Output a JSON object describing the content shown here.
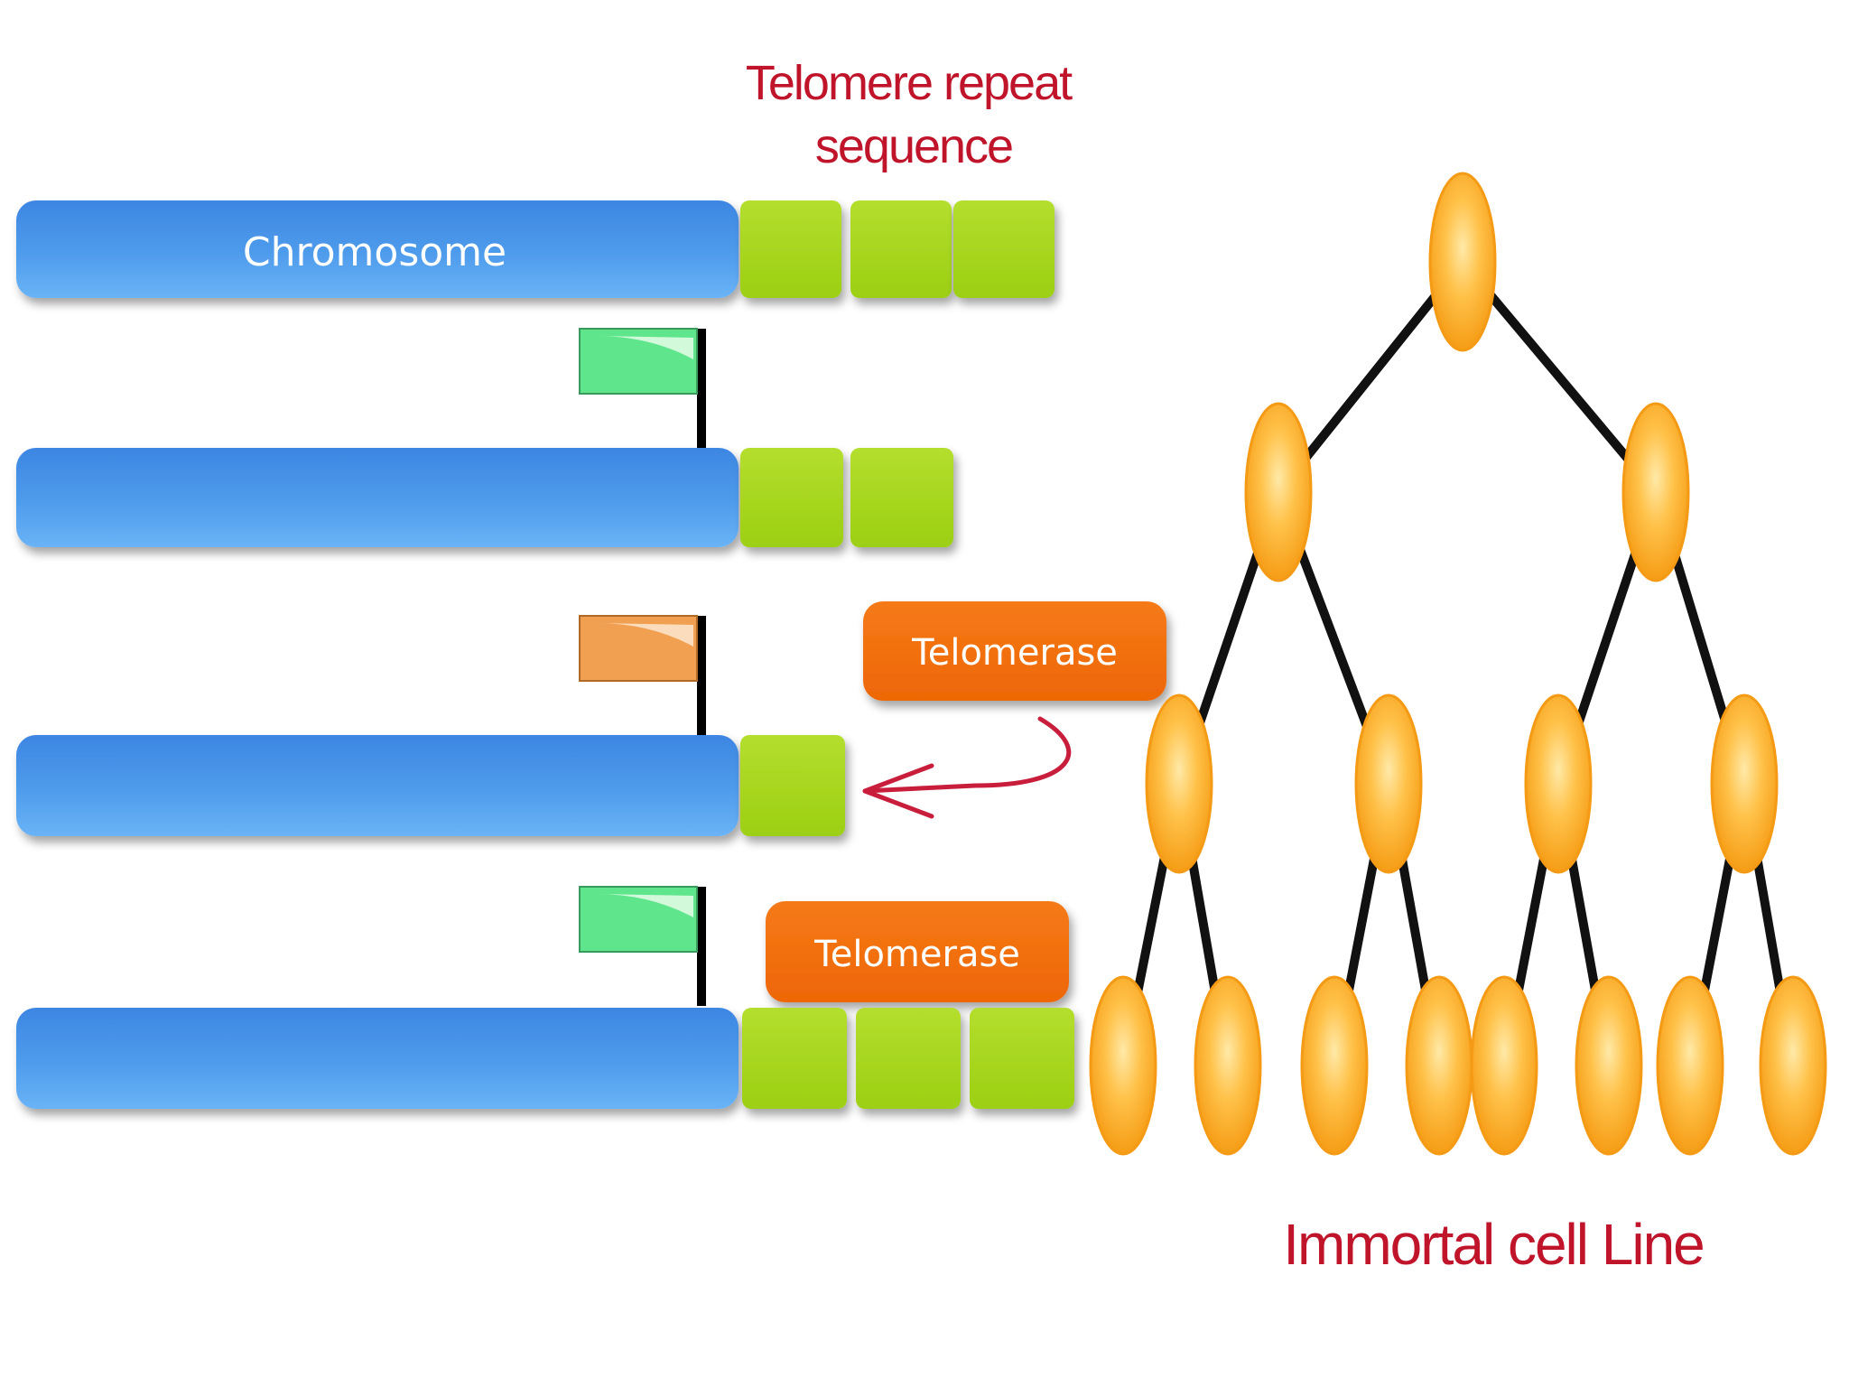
{
  "labels": {
    "telomere_line1": "Telomere repeat",
    "telomere_line2": "sequence",
    "chromosome": "Chromosome",
    "telomerase_1": "Telomerase",
    "telomerase_2": "Telomerase",
    "immortal": "Immortal cell Line"
  },
  "rows": [
    {
      "telomere_blocks": 3,
      "flag": "none"
    },
    {
      "telomere_blocks": 2,
      "flag": "green"
    },
    {
      "telomere_blocks": 1,
      "flag": "orange"
    },
    {
      "telomere_blocks": 3,
      "flag": "green"
    }
  ],
  "tree": {
    "levels": 4
  },
  "colors": {
    "chromosome": "#4d97e8",
    "telomere": "#a8d820",
    "flag_green": "#5fe68c",
    "flag_orange": "#f0a050",
    "telomerase": "#f5700f",
    "cell": "#f9a826",
    "label_red": "#c0142a",
    "arrow": "#c81e3c"
  }
}
